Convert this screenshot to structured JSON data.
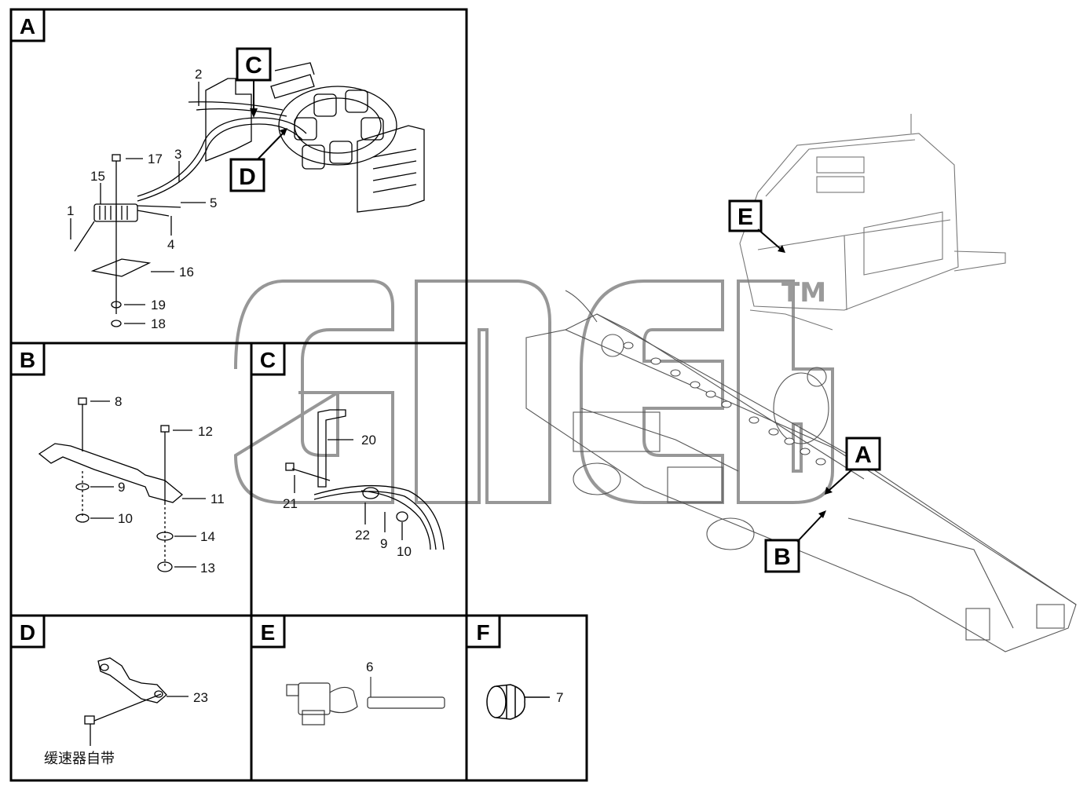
{
  "panels": {
    "a": "A",
    "b": "B",
    "c": "C",
    "d": "D",
    "e": "E",
    "f": "F"
  },
  "callouts": {
    "c_on_a": "C",
    "d_on_a": "D",
    "e_on_truck": "E",
    "a_on_truck": "A",
    "b_on_truck": "B"
  },
  "parts": {
    "p1": "1",
    "p2": "2",
    "p3": "3",
    "p4": "4",
    "p5": "5",
    "p15": "15",
    "p16": "16",
    "p17": "17",
    "p18": "18",
    "p19": "19",
    "p8": "8",
    "p9b": "9",
    "p10b": "10",
    "p11": "11",
    "p12": "12",
    "p13": "13",
    "p14": "14",
    "p20": "20",
    "p21": "21",
    "p22": "22",
    "p9c": "9",
    "p10c": "10",
    "p23": "23",
    "p6": "6",
    "p7": "7"
  },
  "notes": {
    "d_note": "缓速器自带"
  },
  "watermark": {
    "mark": "TM"
  },
  "colors": {
    "line": "#000000",
    "faint": "#9a9a9a",
    "watermark": "#8c8c8c"
  }
}
